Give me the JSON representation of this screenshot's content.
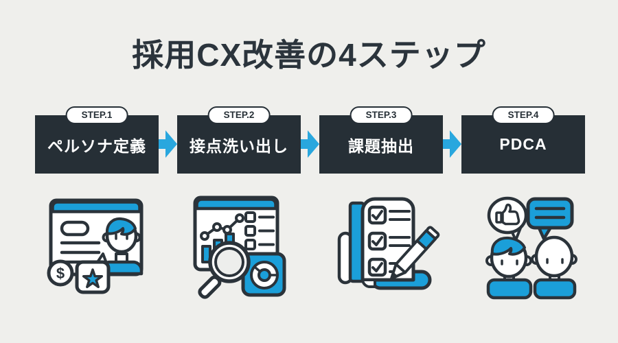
{
  "title": "採用CX改善の4ステップ",
  "steps": [
    {
      "badge": "STEP.1",
      "label": "ペルソナ定義",
      "icon": "persona-profile-card-icon"
    },
    {
      "badge": "STEP.2",
      "label": "接点洗い出し",
      "icon": "dashboard-analysis-icon"
    },
    {
      "badge": "STEP.3",
      "label": "課題抽出",
      "icon": "checklist-pencil-icon"
    },
    {
      "badge": "STEP.4",
      "label": "PDCA",
      "icon": "people-discussion-icon"
    }
  ],
  "icon_text": {
    "coin_symbol": "$"
  },
  "colors": {
    "background": "#efefec",
    "step_box": "#262f36",
    "accent_blue": "#1b9fd9",
    "outline_dark": "#2b333a",
    "step_text": "#ffffff",
    "title_text": "#2b343c",
    "badge_background": "#ffffff"
  }
}
